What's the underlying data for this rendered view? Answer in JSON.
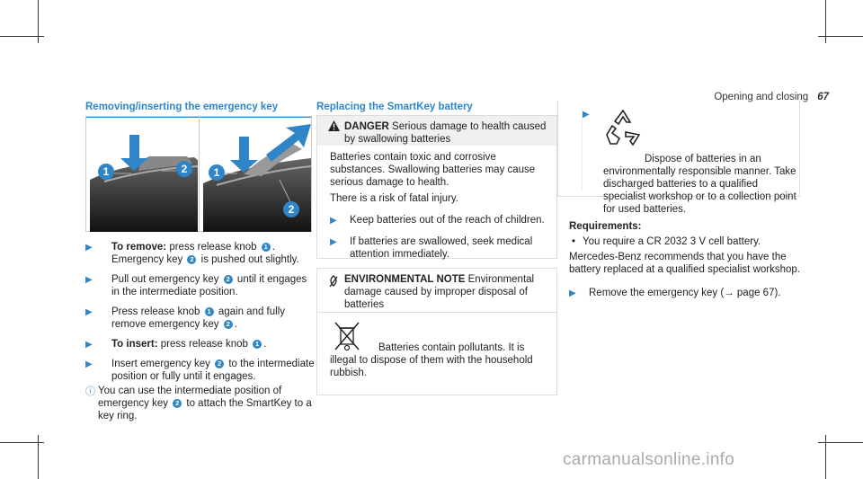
{
  "header": {
    "section": "Opening and closing",
    "page": "67"
  },
  "col1": {
    "title": "Removing/inserting the emergency key",
    "steps": {
      "s1_a": "To remove:",
      "s1_b": " press release knob ",
      "s1_c": ".",
      "s1_d": "Emergency key ",
      "s1_e": " is pushed out slightly.",
      "s2_a": "Pull out emergency key ",
      "s2_b": " until it engages in the intermediate position.",
      "s3_a": "Press release knob ",
      "s3_b": " again and fully remove emergency key ",
      "s3_c": ".",
      "s4_a": "To insert:",
      "s4_b": " press release knob ",
      "s4_c": ".",
      "s5_a": "Insert emergency key ",
      "s5_b": " to the intermediate position or fully until it engages.",
      "note_a": "You can use the intermediate position of emergency key ",
      "note_b": " to attach the SmartKey to a key ring."
    },
    "labels": {
      "one": "1",
      "two": "2"
    }
  },
  "col2": {
    "title": "Replacing the SmartKey battery",
    "danger": {
      "label": "DANGER",
      "heading": " Serious damage to health caused by swallowing batteries",
      "p1": "Batteries contain toxic and corrosive substances. Swallowing batteries may cause serious damage to health.",
      "p2": "There is a risk of fatal injury.",
      "step1": "Keep batteries out of the reach of children.",
      "step2": "If batteries are swallowed, seek medical attention immediately."
    },
    "env": {
      "label": "ENVIRONMENTAL NOTE",
      "heading": " Environmental damage caused by improper disposal of batteries",
      "p1": "Batteries contain pollutants. It is illegal to dispose of them with the household rubbish."
    }
  },
  "col3": {
    "recycle": "Dispose of batteries in an environmentally responsible manner. Take discharged batteries to a qualified specialist workshop or to a collection point for used batteries.",
    "req_title": "Requirements:",
    "req_bullet": "You require a CR 2032 3 V cell battery.",
    "req_p": "Mercedes-Benz recommends that you have the battery replaced at a qualified specialist workshop.",
    "req_step": "Remove the emergency key (→ page 67)."
  },
  "watermark": "carmanualsonline.info",
  "colors": {
    "accent": "#2e86c8"
  }
}
